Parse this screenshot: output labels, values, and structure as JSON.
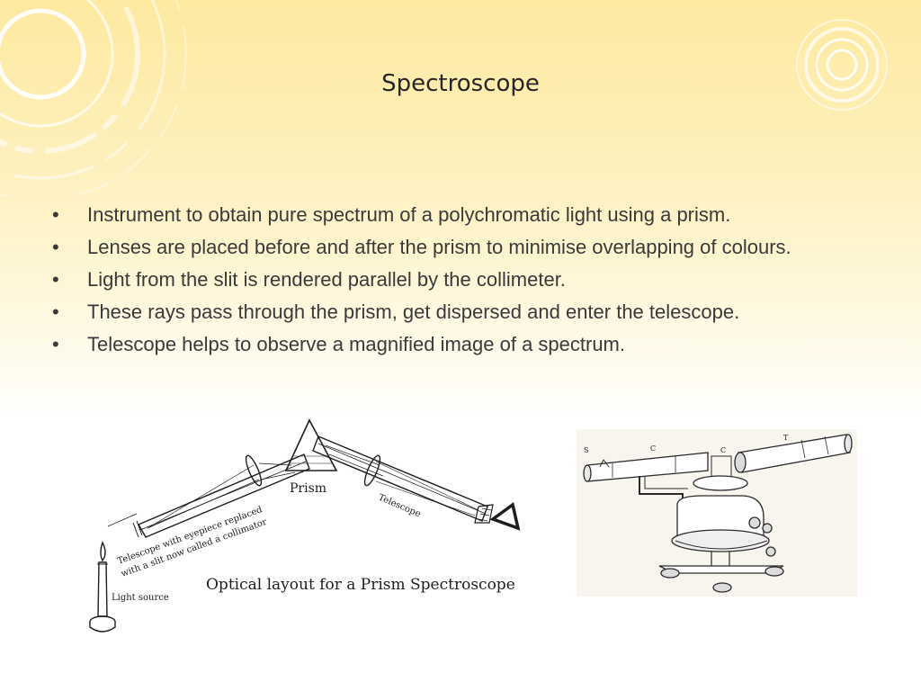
{
  "slide": {
    "title": "Spectroscope",
    "bullet_marker": "•",
    "bullets": [
      "Instrument to obtain pure spectrum of a polychromatic light using a prism.",
      "Lenses are placed before and after the prism to minimise overlapping of colours.",
      "Light from the slit is rendered parallel by the collimeter.",
      "These rays pass through the prism, get dispersed and enter the telescope.",
      "Telescope helps to observe a magnified image of a spectrum."
    ]
  },
  "optical_figure": {
    "caption": "Optical layout for a Prism Spectroscope",
    "prism_label": "Prism",
    "telescope_label": "Telescope",
    "collimator_label_line1": "Telescope with eyepiece replaced",
    "collimator_label_line2": "with a slit now called a collimator",
    "light_source_label": "Light source"
  },
  "instrument_figure": {
    "labels": [
      "S",
      "C",
      "C",
      "T"
    ]
  },
  "colors": {
    "background_top": "#fde9a0",
    "decor_ring": "#ffffff",
    "title_text": "#262626",
    "body_text": "#3a3a3a"
  }
}
